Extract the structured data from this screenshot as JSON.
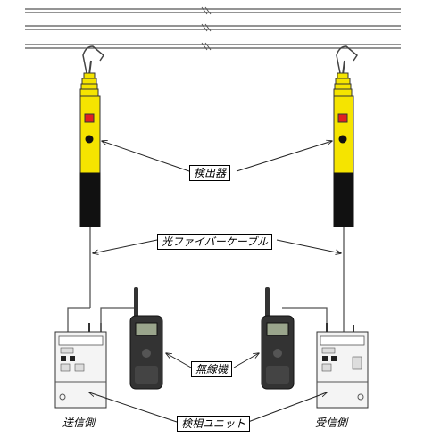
{
  "labels": {
    "detector": "検出器",
    "fiber_cable": "光ファイバーケーブル",
    "radio": "無線機",
    "phase_unit": "検相ユニット",
    "transmit_side": "送信側",
    "receive_side": "受信側"
  },
  "colors": {
    "detector_yellow": "#f5e400",
    "detector_black": "#111111",
    "indicator_red": "#e02020",
    "unit_body": "#f4f4f4",
    "radio_body": "#333333"
  }
}
